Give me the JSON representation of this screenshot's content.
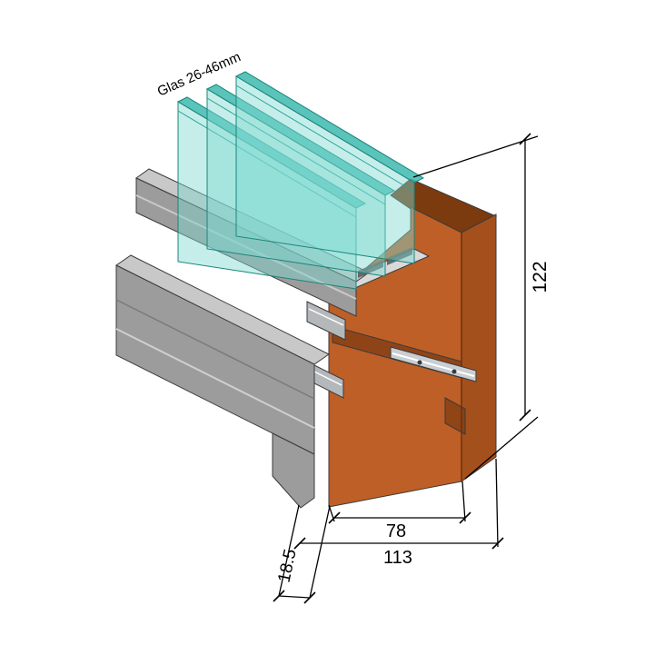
{
  "diagram": {
    "glass_label": "Glas 26-46mm",
    "dimensions": {
      "height": "122",
      "frame_depth": "78",
      "total_depth": "113",
      "alu_offset": "18.5"
    },
    "colors": {
      "glass": "#7ed9d0",
      "glass_edge": "#3db8ae",
      "wood_front": "#bd5f27",
      "wood_side": "#a4501d",
      "wood_top": "#7c3a0f",
      "wood_groove": "#8f4418",
      "alu_light": "#c8c8c8",
      "alu_mid": "#9c9c9c",
      "hardware": "#c9ced2",
      "bead": "#d9d9d9",
      "dimension": "#000000"
    }
  }
}
